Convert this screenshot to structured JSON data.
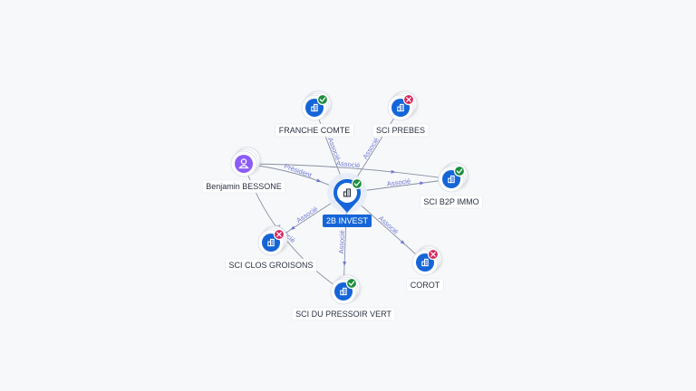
{
  "colors": {
    "company": "#1565d8",
    "person": "#8b5cf6",
    "active": "#1e8e3e",
    "inactive": "#d6245b",
    "edge": "#8890a3",
    "edge_label": "#6f78d6"
  },
  "graph": {
    "center": {
      "id": "center",
      "label": "2B INVEST",
      "icon": "building-icon",
      "status": "active"
    },
    "nodes": [
      {
        "id": "franche",
        "label": "FRANCHE COMTE",
        "kind": "company",
        "icon": "building-icon",
        "status": "active"
      },
      {
        "id": "prebes",
        "label": "SCI PREBES",
        "kind": "company",
        "icon": "building-icon",
        "status": "inactive"
      },
      {
        "id": "benjamin",
        "label": "Benjamin BESSONE",
        "kind": "person",
        "icon": "user-icon",
        "status": "none"
      },
      {
        "id": "b2p",
        "label": "SCI B2P IMMO",
        "kind": "company",
        "icon": "building-icon",
        "status": "active"
      },
      {
        "id": "clos",
        "label": "SCI CLOS GROISONS",
        "kind": "company",
        "icon": "building-icon",
        "status": "inactive"
      },
      {
        "id": "corot",
        "label": "COROT",
        "kind": "company",
        "icon": "building-icon",
        "status": "inactive"
      },
      {
        "id": "pressoir",
        "label": "SCI DU PRESSOIR VERT",
        "kind": "company",
        "icon": "building-icon",
        "status": "active"
      }
    ],
    "edges": [
      {
        "id": "e1",
        "from": "center",
        "to": "franche",
        "label": "Associé"
      },
      {
        "id": "e2",
        "from": "center",
        "to": "prebes",
        "label": "Associé"
      },
      {
        "id": "e3",
        "from": "center",
        "to": "b2p",
        "label": "Associé"
      },
      {
        "id": "e4",
        "from": "center",
        "to": "clos",
        "label": "Associé"
      },
      {
        "id": "e5",
        "from": "center",
        "to": "pressoir",
        "label": "Associé"
      },
      {
        "id": "e6",
        "from": "center",
        "to": "corot",
        "label": "Associé"
      },
      {
        "id": "e7",
        "from": "benjamin",
        "to": "center",
        "label": "Président"
      },
      {
        "id": "e8",
        "from": "benjamin",
        "to": "b2p",
        "label": "Associé"
      },
      {
        "id": "e9",
        "from": "benjamin",
        "to": "pressoir",
        "label": "Associé"
      }
    ]
  }
}
